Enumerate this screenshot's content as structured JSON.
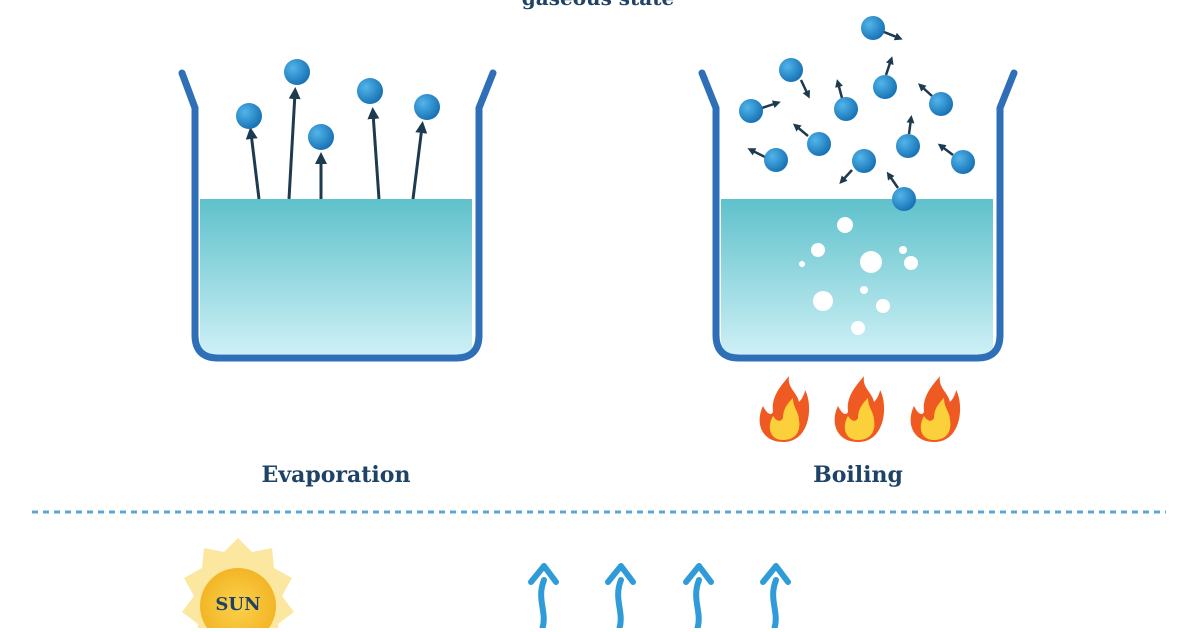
{
  "diagram": {
    "top_title": "gaseous state",
    "evaporation_label": "Evaporation",
    "boiling_label": "Boiling",
    "sun_label": "SUN"
  },
  "colors": {
    "beaker_outline": "#2f6fb8",
    "water_top": "#62c2cc",
    "water_bottom": "#c8eef5",
    "molecule": "#1f86c6",
    "arrow": "#1e3a4f",
    "divider": "#5aa6d6",
    "sun": "#f6c33b",
    "heat_arrow": "#2f9bd8",
    "flame_outer": "#ef5a22",
    "flame_inner": "#fbd03a"
  },
  "icons": [
    "molecule-icon",
    "flame-icon",
    "sun-icon",
    "heat-arrow-icon",
    "bubble-icon"
  ]
}
